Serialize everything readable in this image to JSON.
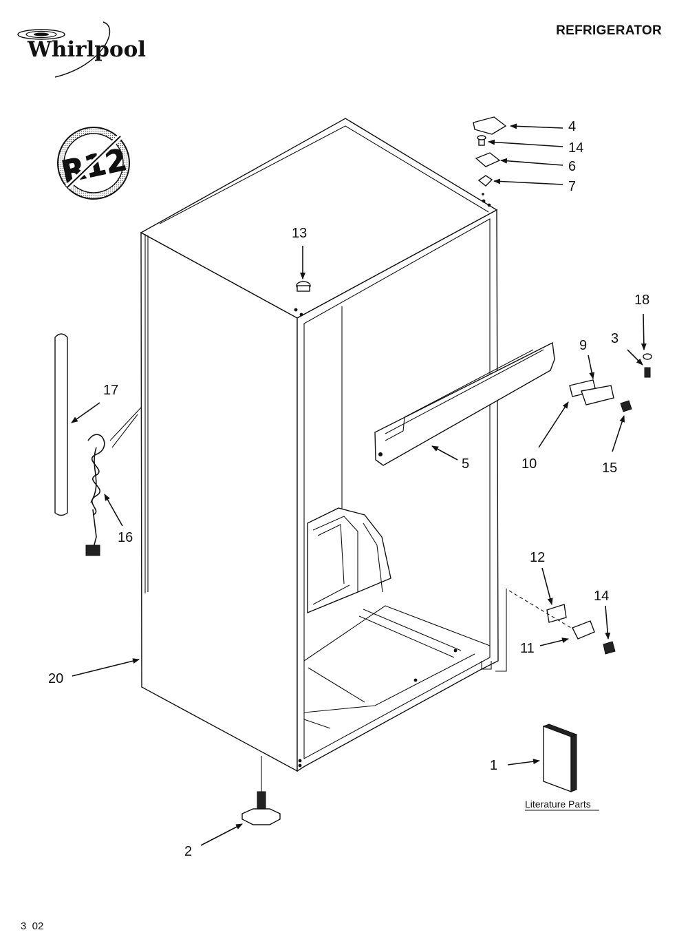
{
  "brand": {
    "name": "Whirlpool"
  },
  "header": {
    "title": "REFRIGERATOR"
  },
  "badge": {
    "text": "R12"
  },
  "callouts": {
    "c1": "1",
    "c2": "2",
    "c3": "3",
    "c4": "4",
    "c5": "5",
    "c6": "6",
    "c7": "7",
    "c9": "9",
    "c10": "10",
    "c11": "11",
    "c12": "12",
    "c13": "13",
    "c14a": "14",
    "c14b": "14",
    "c15": "15",
    "c16": "16",
    "c17": "17",
    "c18": "18",
    "c20": "20"
  },
  "literature": {
    "label": "Literature Parts"
  },
  "footer": {
    "text": "3  02"
  }
}
